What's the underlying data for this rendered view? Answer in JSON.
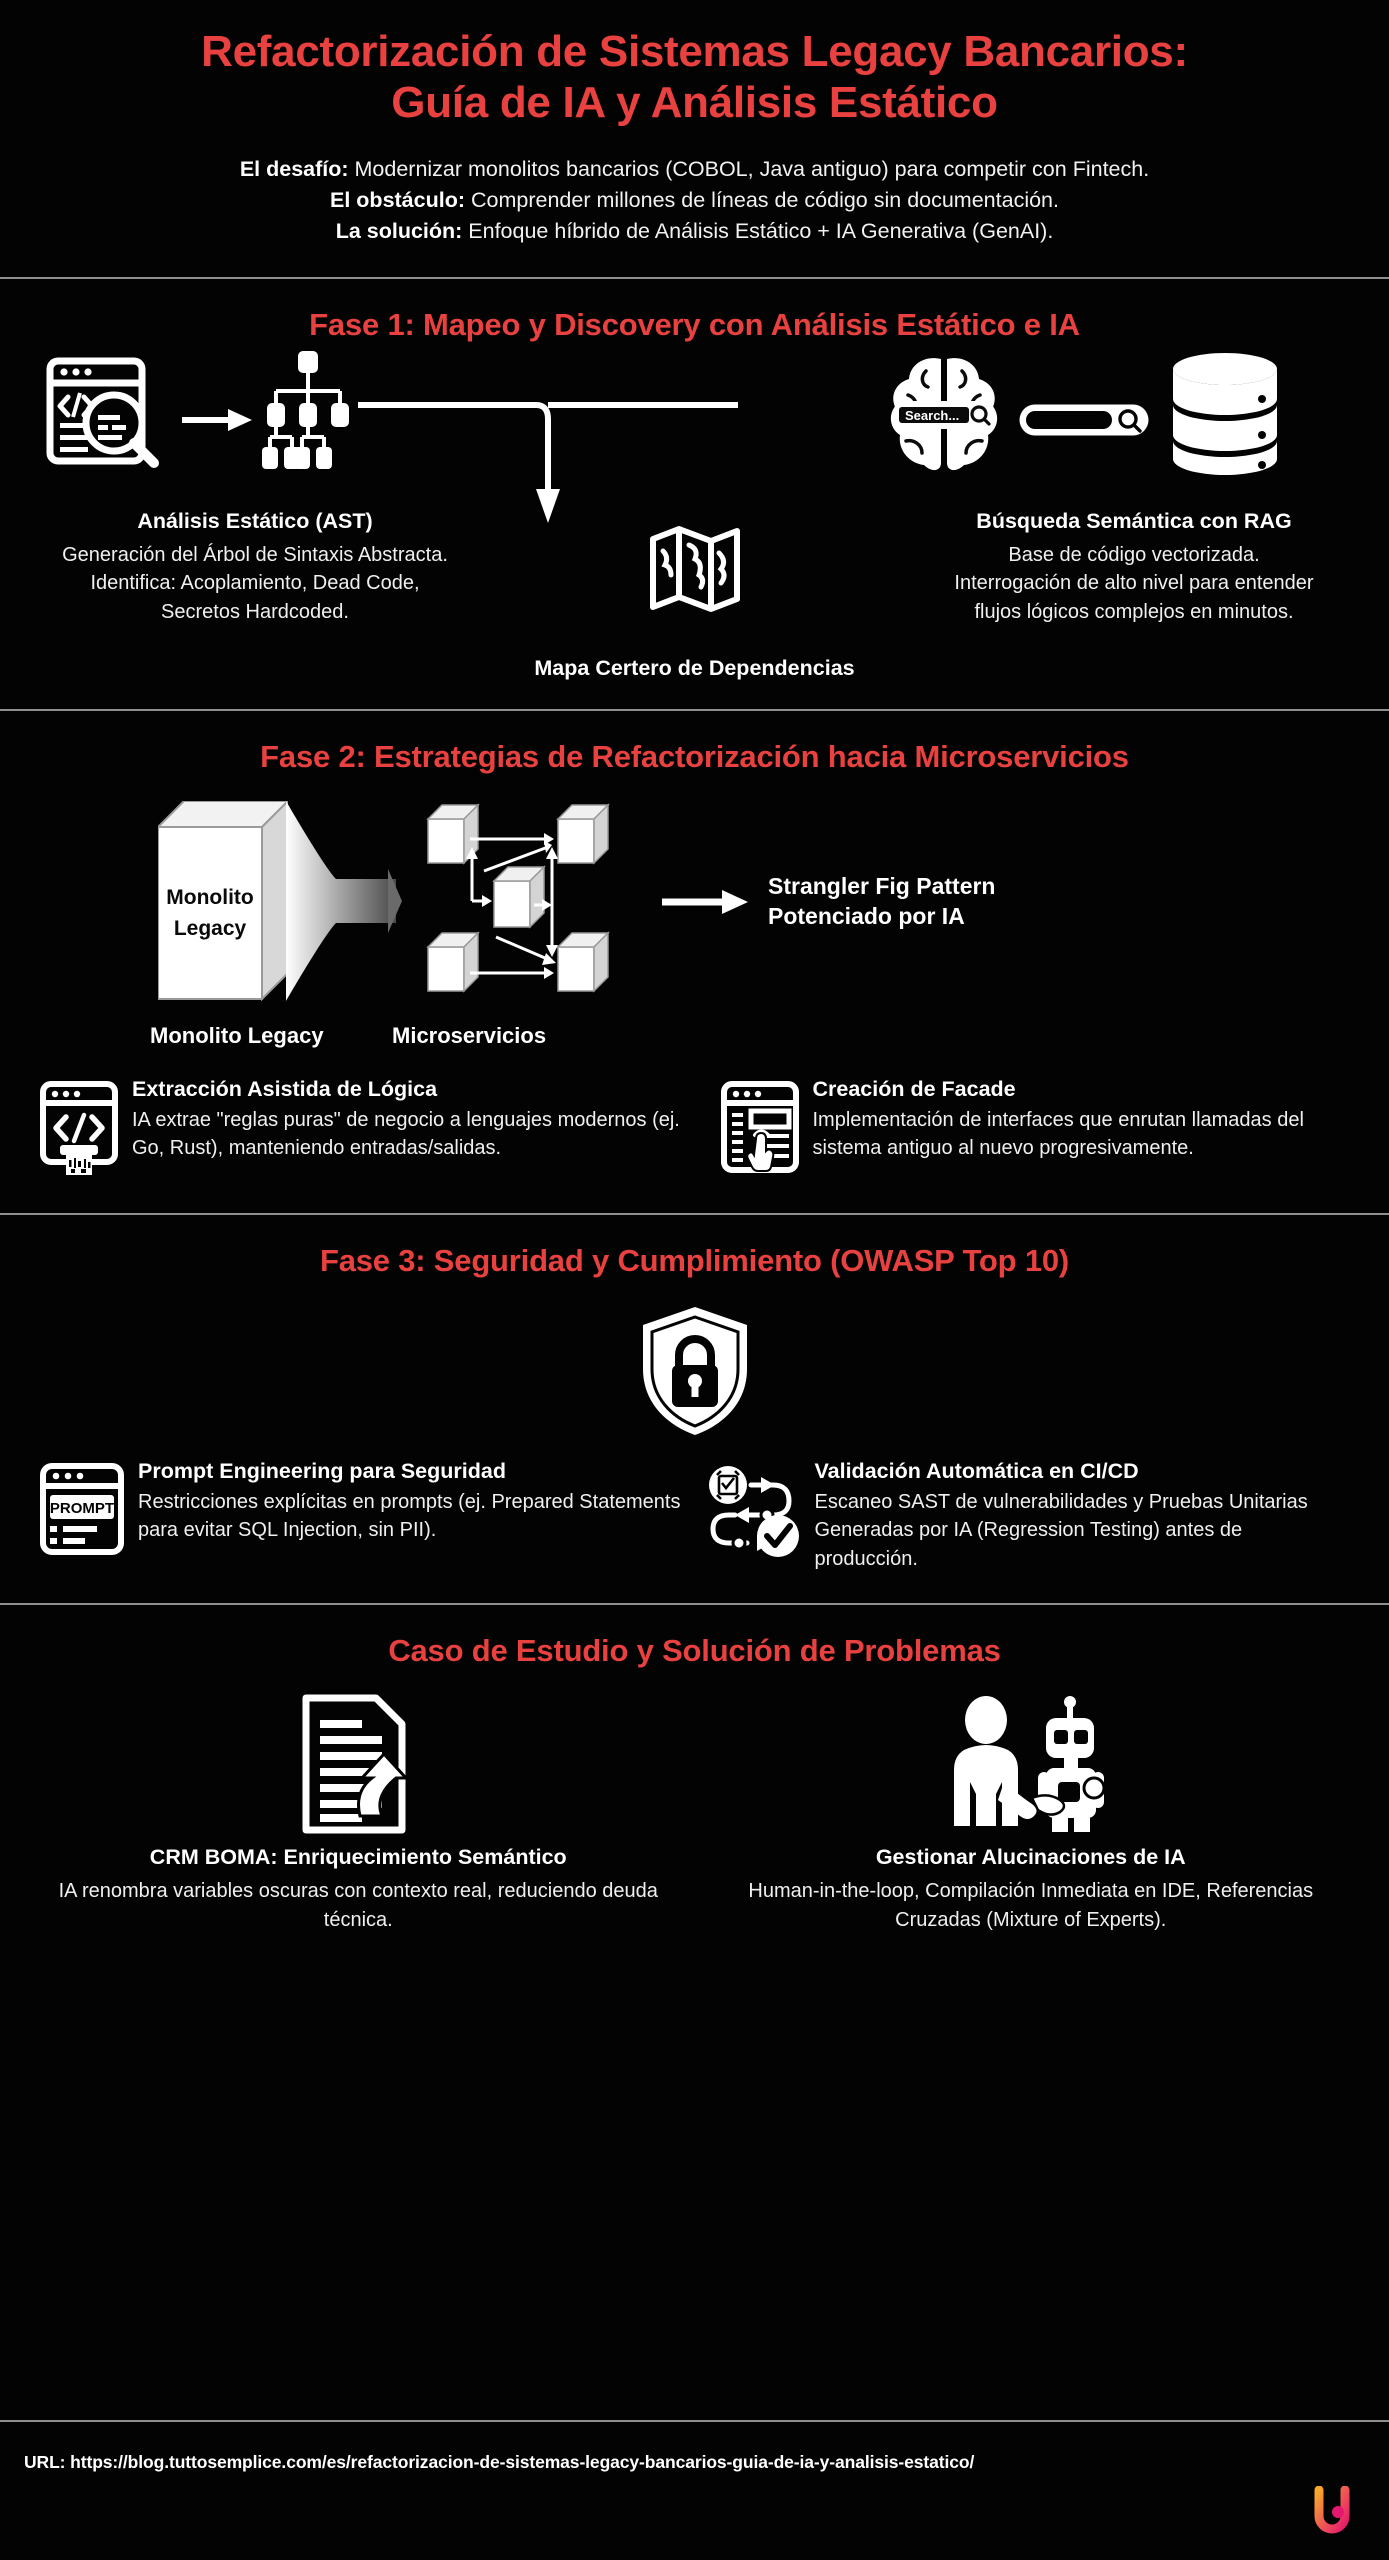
{
  "header": {
    "title_line1": "Refactorización de Sistemas Legacy Bancarios:",
    "title_line2": "Guía de IA y Análisis Estático",
    "bullets": [
      {
        "label": "El desafío:",
        "text": " Modernizar monolitos bancarios (COBOL, Java antiguo) para competir con Fintech."
      },
      {
        "label": "El obstáculo:",
        "text": " Comprender millones de líneas de código sin documentación."
      },
      {
        "label": "La solución:",
        "text": " Enfoque híbrido de Análisis Estático + IA Generativa (GenAI)."
      }
    ]
  },
  "phase1": {
    "title": "Fase 1: Mapeo y Discovery con Análisis Estático e IA",
    "search_placeholder": "Search...",
    "left": {
      "title": "Análisis Estático (AST)",
      "body_line1": "Generación del Árbol de Sintaxis Abstracta.",
      "body_line2": "Identifica: Acoplamiento, Dead Code,",
      "body_line3": "Secretos Hardcoded."
    },
    "right": {
      "title": "Búsqueda Semántica con RAG",
      "body_line1": "Base de código vectorizada.",
      "body_line2": "Interrogación de alto nivel para entender",
      "body_line3": "flujos lógicos complejos en minutos."
    },
    "center_caption": "Mapa Certero de Dependencias"
  },
  "phase2": {
    "title": "Fase 2: Estrategias de Refactorización hacia Microservicios",
    "monolith_box_line1": "Monolito",
    "monolith_box_line2": "Legacy",
    "strangler_line1": "Strangler Fig Pattern",
    "strangler_line2": "Potenciado por IA",
    "label_monolith": "Monolito Legacy",
    "label_microservices": "Microservicios",
    "features": [
      {
        "icon": "code-window-print-icon",
        "title": "Extracción Asistida de Lógica",
        "body": "IA extrae \"reglas puras\" de negocio a lenguajes modernos (ej. Go, Rust), manteniendo entradas/salidas."
      },
      {
        "icon": "ui-facade-cursor-icon",
        "title": "Creación de Facade",
        "body": "Implementación de interfaces que enrutan llamadas del sistema antiguo al nuevo progresivamente."
      }
    ]
  },
  "phase3": {
    "title": "Fase 3: Seguridad y Cumplimiento (OWASP Top 10)",
    "prompt_icon_label": "PROMPT",
    "features": [
      {
        "icon": "prompt-window-icon",
        "title": "Prompt Engineering para Seguridad",
        "body": "Restricciones explícitas en prompts (ej. Prepared Statements para evitar SQL Injection, sin PII)."
      },
      {
        "icon": "cicd-loop-check-icon",
        "title": "Validación Automática en CI/CD",
        "body": "Escaneo SAST de vulnerabilidades y Pruebas Unitarias Generadas por IA (Regression Testing) antes de producción."
      }
    ]
  },
  "case_study": {
    "title": "Caso de Estudio y Solución de Problemas",
    "items": [
      {
        "icon": "document-arrow-icon",
        "title": "CRM BOMA: Enriquecimiento Semántico",
        "body": "IA renombra variables oscuras con contexto real, reduciendo deuda técnica."
      },
      {
        "icon": "human-robot-handshake-icon",
        "title": "Gestionar Alucinaciones de IA",
        "body": "Human-in-the-loop, Compilación Inmediata en IDE, Referencias Cruzadas (Mixture of Experts)."
      }
    ]
  },
  "footer": {
    "url": "URL: https://blog.tuttosemplice.com/es/refactorizacion-de-sistemas-legacy-bancarios-guia-de-ia-y-analisis-estatico/"
  },
  "colors": {
    "background": "#030303",
    "accent_red": "#e8413f",
    "text": "#ffffff",
    "divider": "#8f8f8f",
    "logo_gradient_start": "#f5a623",
    "logo_gradient_end": "#e6186d"
  }
}
